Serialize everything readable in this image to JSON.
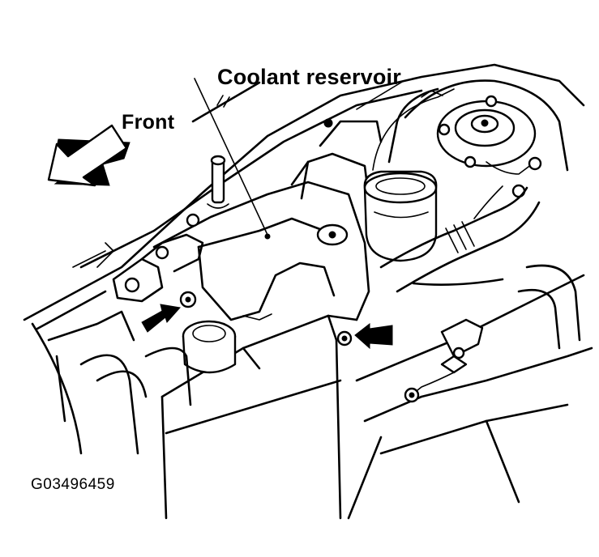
{
  "labels": {
    "front": "Front",
    "coolant_reservoir": "Coolant reservoir"
  },
  "figure_id": "G03496459",
  "colors": {
    "line": "#000000",
    "background": "#ffffff"
  }
}
